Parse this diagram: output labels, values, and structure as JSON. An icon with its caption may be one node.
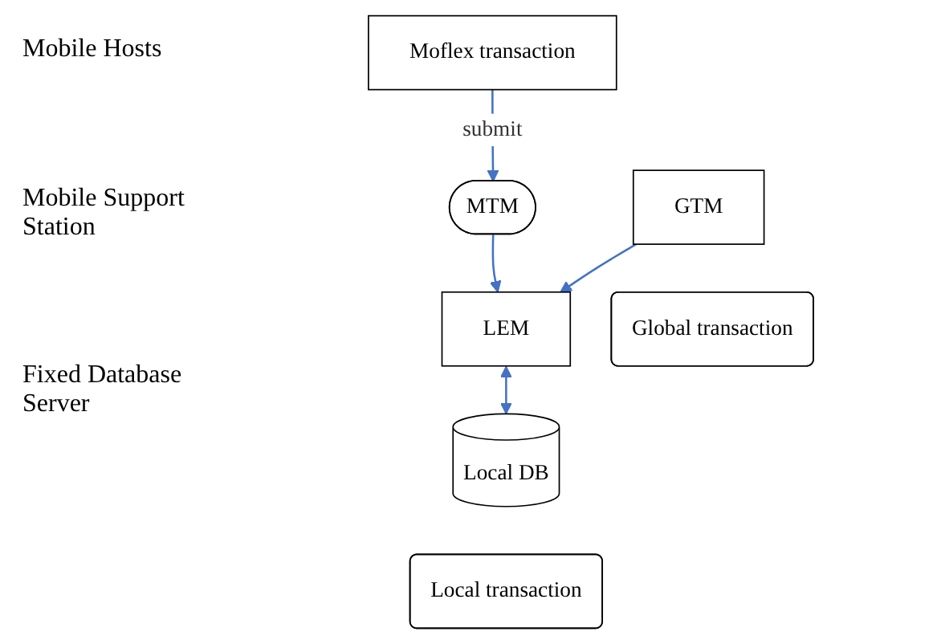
{
  "diagram": {
    "nodes": [
      {
        "text": [
          "Moflex transaction"
        ]
      },
      {
        "text": [
          "MTM"
        ]
      },
      {
        "text": [
          "LEM"
        ]
      },
      {
        "text": [
          "GTM"
        ]
      },
      {
        "text": [
          "Global transaction"
        ]
      },
      {
        "text": [
          "Local DB"
        ]
      },
      {
        "text": [
          "Local transaction"
        ]
      }
    ],
    "edges": [
      {
        "from": 0,
        "to": 1,
        "arrow": "to",
        "label": "submit"
      },
      {
        "from": 1,
        "to": 2,
        "arrow": "to"
      },
      {
        "from": 3,
        "to": 2,
        "arrow": "to"
      },
      {
        "from": 2,
        "to": 5,
        "arrow": "both"
      }
    ],
    "labels": [
      "Mobile Hosts",
      "Mobile Support Station",
      "Fixed Database Server"
    ]
  }
}
